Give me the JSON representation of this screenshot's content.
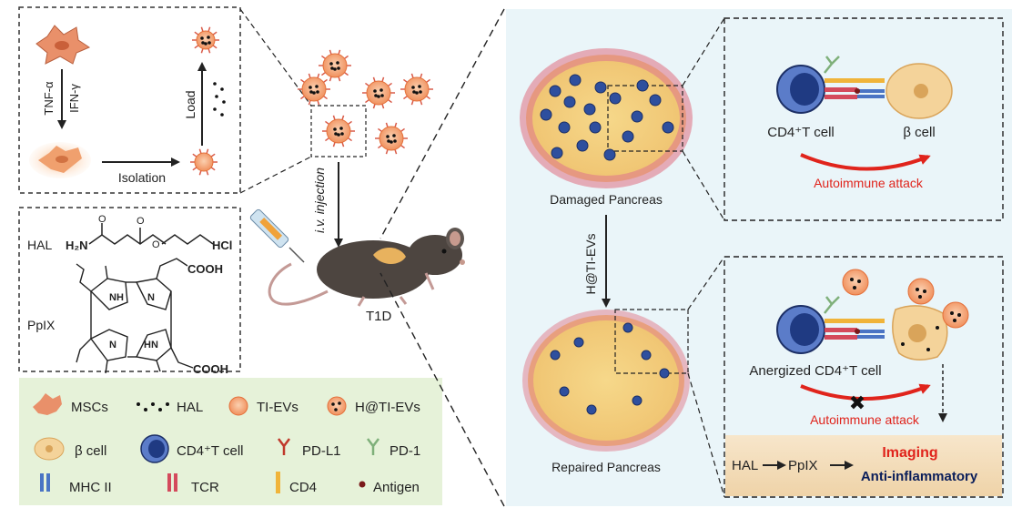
{
  "top_left_box": {
    "treatment_1": "TNF-α",
    "treatment_2": "IFN-γ",
    "isolation_label": "Isolation",
    "load_label": "Load"
  },
  "injection_label": "i.v. injection",
  "mouse_label": "T1D",
  "chem_box": {
    "hal_label": "HAL",
    "hal_formula_left": "H₂N",
    "hal_formula_right": "HCl",
    "ppix_label": "PpIX",
    "cooh_top": "COOH",
    "cooh_bottom": "COOH",
    "nh_top": "NH",
    "n_top": "N",
    "n_bottom": "N",
    "hn_bottom": "HN",
    "carbonyl_o1": "O",
    "carbonyl_o2": "O",
    "ester_o": "O"
  },
  "legend": {
    "items": [
      {
        "label": "MSCs"
      },
      {
        "label": "HAL"
      },
      {
        "label": "TI-EVs"
      },
      {
        "label": "H@TI-EVs"
      },
      {
        "label": "β cell"
      },
      {
        "label": "CD4⁺T cell"
      },
      {
        "label": "PD-L1"
      },
      {
        "label": "PD-1"
      },
      {
        "label": "MHC II"
      },
      {
        "label": "TCR"
      },
      {
        "label": "CD4"
      },
      {
        "label": "Antigen"
      }
    ]
  },
  "right_panel": {
    "damaged_label": "Damaged Pancreas",
    "repaired_label": "Repaired Pancreas",
    "treatment_label": "H@TI-EVs",
    "top_cell_left": "CD4⁺T cell",
    "top_cell_right": "β cell",
    "attack_top": "Autoimmune attack",
    "anergized_label": "Anergized CD4⁺T cell",
    "attack_bottom": "Autoimmune attack",
    "flow_hal": "HAL",
    "flow_ppix": "PpIX",
    "imaging": "Imaging",
    "anti_inflammatory": "Anti-inflammatory"
  },
  "colors": {
    "right_panel_bg": "#eaf5f9",
    "legend_bg": "#e6f2d9",
    "output_bar_bg": "#f3dfc2",
    "attack_red": "#e0241c",
    "ev_orange": "#f19560",
    "tcell_blue": "#2b4c9a",
    "beta_cell": "#f4d39a"
  }
}
